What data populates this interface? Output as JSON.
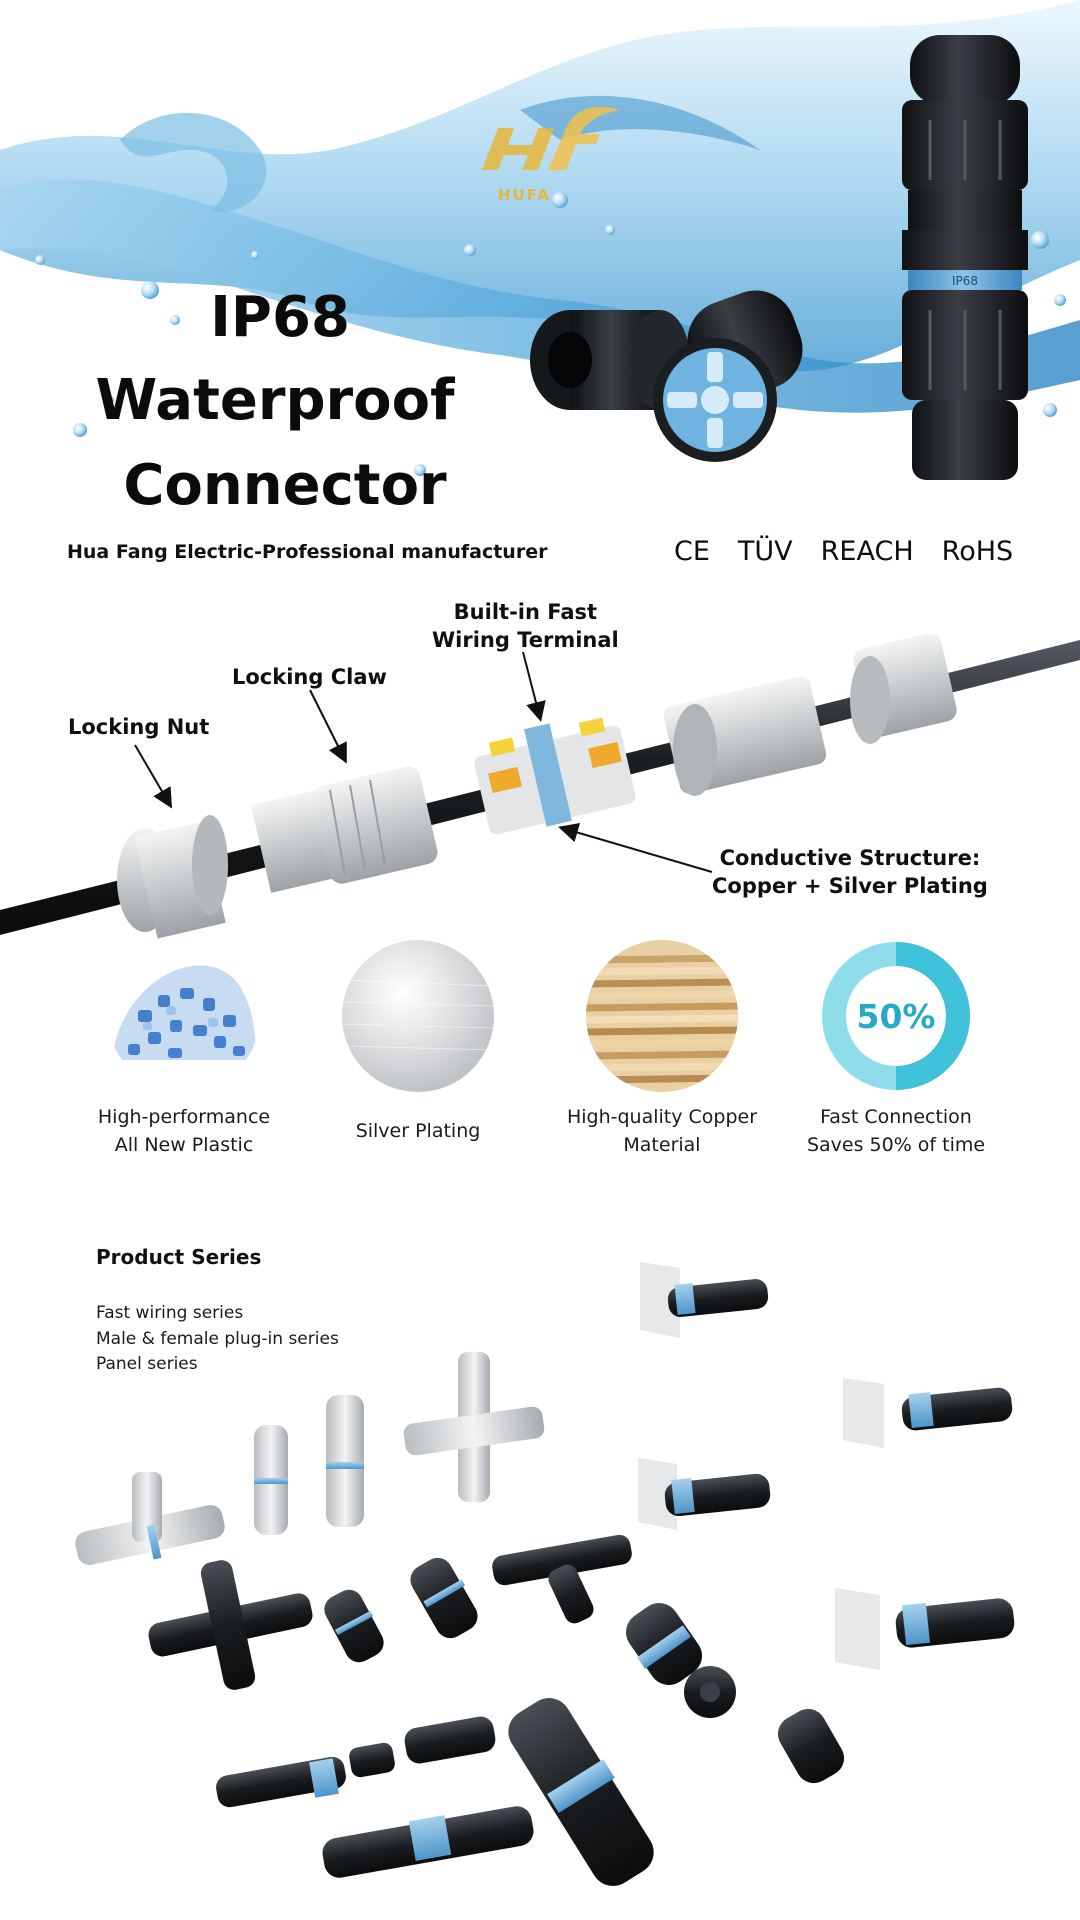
{
  "brand": {
    "logo_text": "HUFA"
  },
  "hero": {
    "headline_line1": "IP68",
    "headline_line2": "Waterproof",
    "headline_line3": "Connector",
    "subline": "Hua Fang Electric-Professional manufacturer",
    "connector_band_label": "IP68",
    "certifications": [
      "CE",
      "TÜV",
      "REACH",
      "RoHS"
    ]
  },
  "diagram": {
    "callouts": {
      "locking_nut": "Locking Nut",
      "locking_claw": "Locking Claw",
      "terminal_line1": "Built-in Fast",
      "terminal_line2": "Wiring Terminal",
      "conductive_line1": "Conductive Structure:",
      "conductive_line2": "Copper + Silver Plating"
    }
  },
  "features": [
    {
      "line1": "High-performance",
      "line2": "All New Plastic",
      "icon": "plastic-pellets-icon"
    },
    {
      "line1": "Silver Plating",
      "line2": "",
      "icon": "silver-disc-icon"
    },
    {
      "line1": "High-quality Copper",
      "line2": "Material",
      "icon": "copper-rods-icon"
    },
    {
      "line1": "Fast Connection",
      "line2": "Saves 50% of time",
      "icon": "percent-ring-icon",
      "ring_value": "50%",
      "ring_fraction": 0.5
    }
  ],
  "series": {
    "title": "Product Series",
    "items": [
      "Fast wiring series",
      "Male & female plug-in series",
      "Panel series"
    ]
  },
  "colors": {
    "accent_blue": "#5fa8d8",
    "logo_gold": "#e9b53a",
    "connector_black": "#1c1f22",
    "connector_grey": "#c9ccce",
    "ring_cyan": "#3ec1d9"
  }
}
